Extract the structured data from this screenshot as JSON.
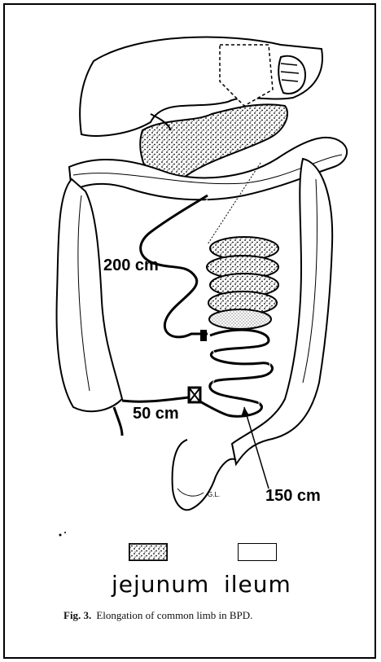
{
  "labels": {
    "len_200": "200 cm",
    "len_50": "50 cm",
    "len_150": "150 cm",
    "initials": "G.L."
  },
  "legend": {
    "jejunum": "jejunum",
    "ileum": "ileum"
  },
  "caption": {
    "fig_number": "Fig. 3.",
    "text": "Elongation of common limb in BPD."
  },
  "colors": {
    "ink": "#000000",
    "paper": "#ffffff"
  }
}
